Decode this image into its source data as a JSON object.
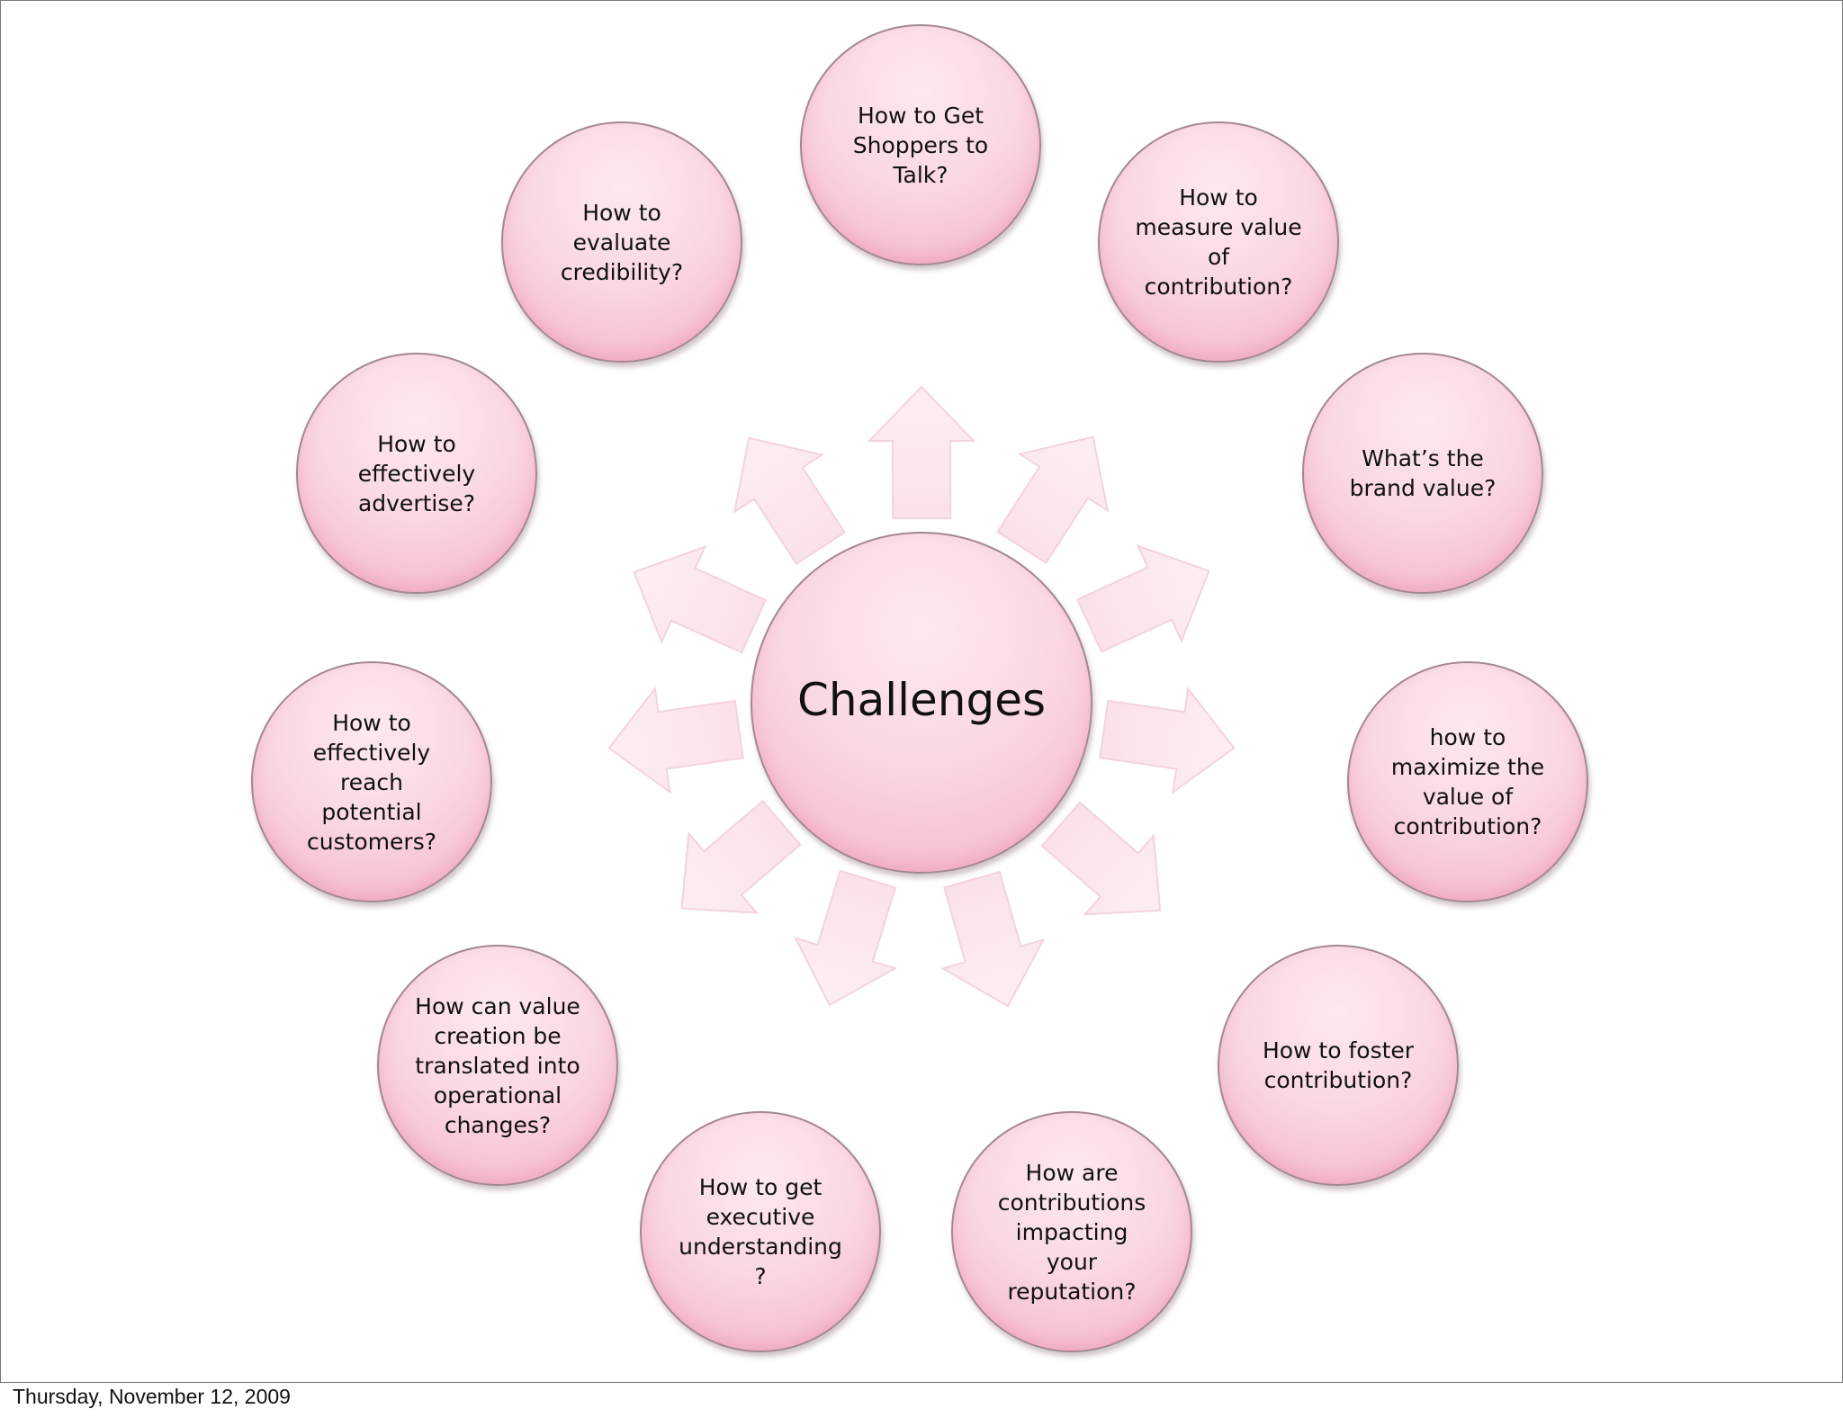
{
  "diagram": {
    "center_label": "Challenges",
    "nodes": [
      {
        "label": "How to Get\nShoppers to\nTalk?"
      },
      {
        "label": "How to\nmeasure value\nof\ncontribution?"
      },
      {
        "label": "What’s the\nbrand value?"
      },
      {
        "label": "how to\nmaximize the\nvalue of\ncontribution?"
      },
      {
        "label": "How to foster\ncontribution?"
      },
      {
        "label": "How are\ncontributions\nimpacting\nyour\nreputation?"
      },
      {
        "label": "How to get\nexecutive\nunderstanding\n?"
      },
      {
        "label": "How can value\ncreation be\ntranslated into\noperational\nchanges?"
      },
      {
        "label": "How to\neffectively\nreach\npotential\ncustomers?"
      },
      {
        "label": "How to\neffectively\nadvertise?"
      },
      {
        "label": "How to\nevaluate\ncredibility?"
      }
    ]
  },
  "footer": {
    "date": "Thursday, November 12, 2009"
  },
  "colors": {
    "circle_fill": "#f8c9d6",
    "circle_border": "#a3888f",
    "arrow_fill": "#fbe1e9",
    "text": "#111111"
  }
}
